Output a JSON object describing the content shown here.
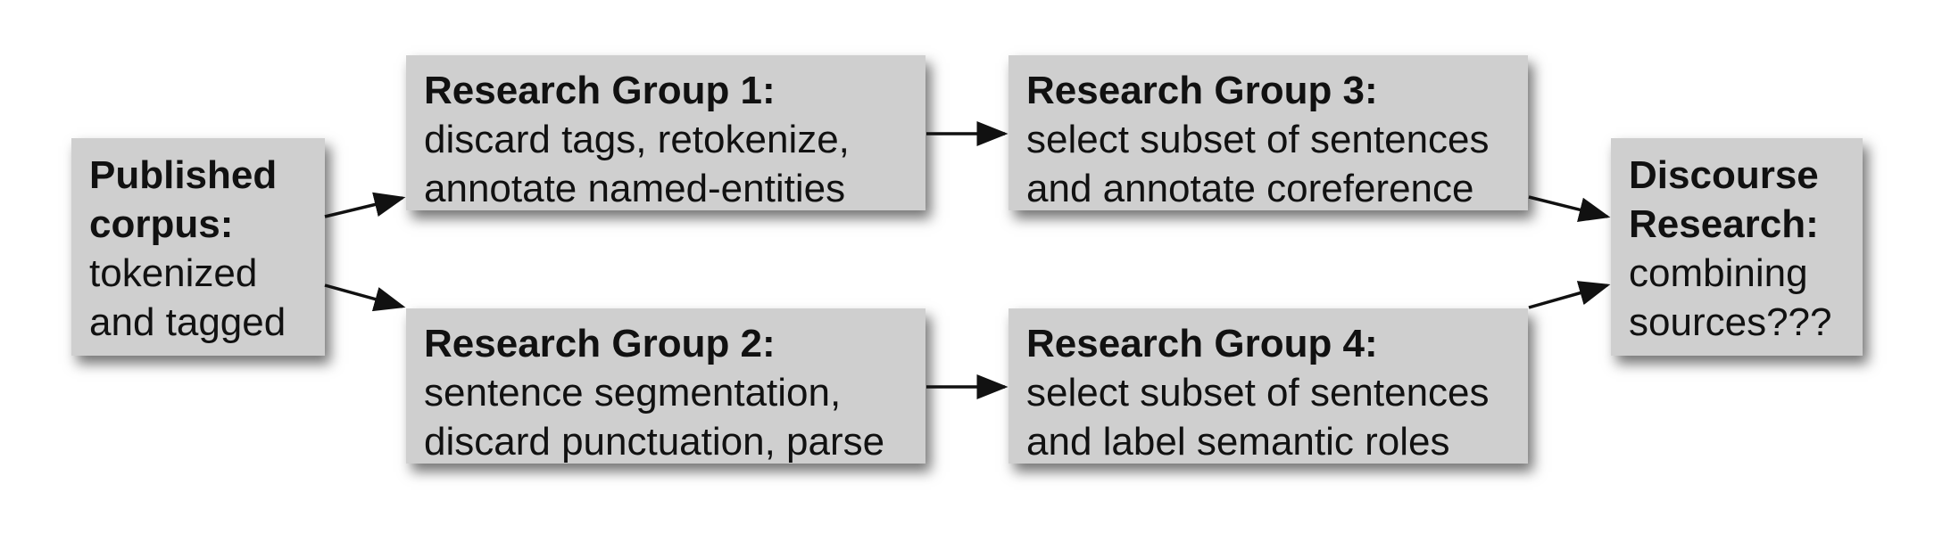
{
  "nodes": {
    "published": {
      "title": "Published\ncorpus:",
      "body": "tokenized\nand tagged"
    },
    "rg1": {
      "title": "Research Group 1:",
      "body": "discard tags, retokenize,\nannotate named-entities"
    },
    "rg2": {
      "title": "Research Group 2:",
      "body": "sentence segmentation,\ndiscard punctuation, parse"
    },
    "rg3": {
      "title": "Research Group 3:",
      "body": "select subset of sentences\nand annotate coreference"
    },
    "rg4": {
      "title": "Research Group 4:",
      "body": "select subset of sentences\nand label semantic roles"
    },
    "discourse": {
      "title": "Discourse\nResearch:",
      "body": "combining\nsources???"
    }
  },
  "edges": [
    {
      "from": "published",
      "to": "rg1"
    },
    {
      "from": "published",
      "to": "rg2"
    },
    {
      "from": "rg1",
      "to": "rg3"
    },
    {
      "from": "rg2",
      "to": "rg4"
    },
    {
      "from": "rg3",
      "to": "discourse"
    },
    {
      "from": "rg4",
      "to": "discourse"
    }
  ],
  "colors": {
    "box_fill": "#cfcfcf",
    "arrow": "#111111",
    "text": "#111111"
  }
}
